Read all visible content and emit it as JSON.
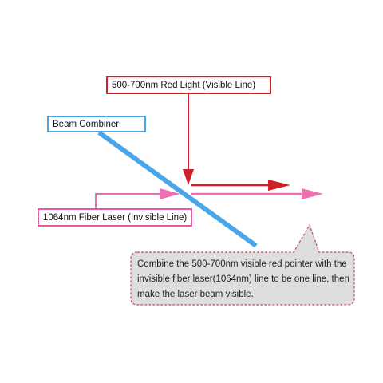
{
  "labels": {
    "red_light": "500-700nm Red Light (Visible Line)",
    "beam_combiner": "Beam Combiner",
    "fiber_laser": "1064nm Fiber Laser (Invisible Line)"
  },
  "callout": {
    "text": "Combine the 500-700nm visible red pointer with the invisible fiber laser(1064nm) line to be one line, then make the laser beam visible."
  },
  "colors": {
    "red": "#d0202a",
    "blue": "#4aa6e8",
    "pink": "#ee6fb2",
    "callout_fill": "#dedede",
    "callout_border": "#c0505a"
  }
}
